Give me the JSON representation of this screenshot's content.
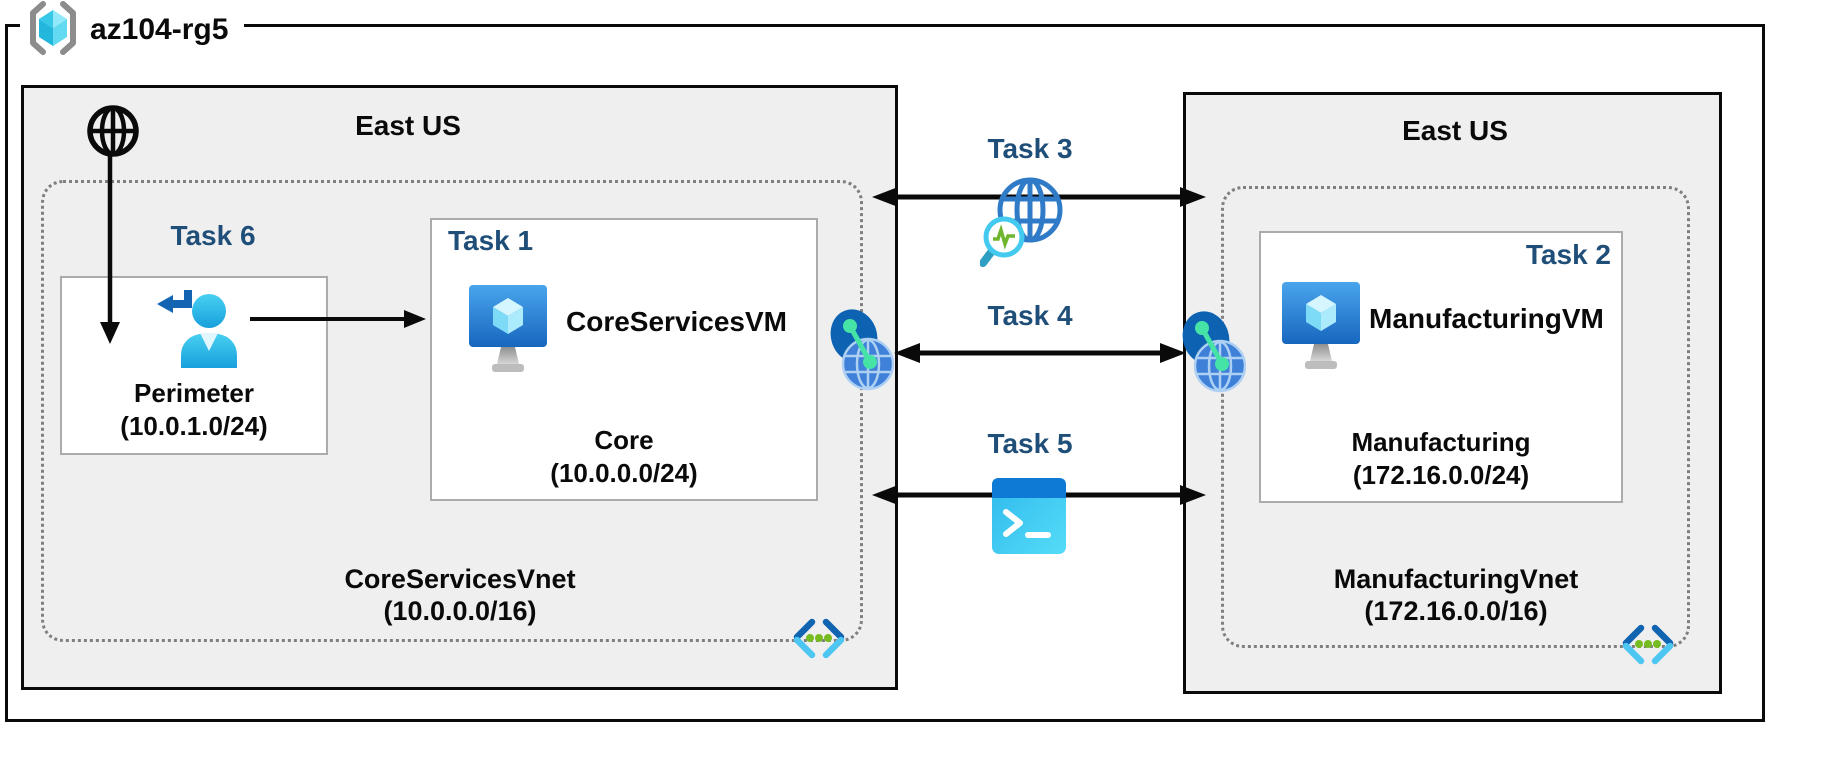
{
  "resource_group": {
    "name": "az104-rg5"
  },
  "left_region": {
    "name": "East US",
    "vnet_name": "CoreServicesVnet",
    "vnet_cidr": "(10.0.0.0/16)",
    "perimeter_subnet": {
      "task": "Task 6",
      "name": "Perimeter",
      "cidr": "(10.0.1.0/24)"
    },
    "core_subnet": {
      "task": "Task 1",
      "vm_name": "CoreServicesVM",
      "name": "Core",
      "cidr": "(10.0.0.0/24)"
    }
  },
  "right_region": {
    "name": "East US",
    "vnet_name": "ManufacturingVnet",
    "vnet_cidr": "(172.16.0.0/16)",
    "manufacturing_subnet": {
      "task": "Task 2",
      "vm_name": "ManufacturingVM",
      "name": "Manufacturing",
      "cidr": "(172.16.0.0/24)"
    }
  },
  "connections": {
    "task3_label": "Task 3",
    "task4_label": "Task 4",
    "task5_label": "Task 5"
  },
  "icons": {
    "resource_group": "resource-group-icon",
    "internet": "internet-globe-icon",
    "perimeter_user": "user-signin-icon",
    "virtual_machine": "vm-icon",
    "network_watcher": "network-watcher-icon",
    "vnet_peering": "vnet-peering-icon",
    "cloud_shell": "cloud-shell-icon",
    "vnet_code": "code-brackets-icon"
  },
  "colors": {
    "task_label": "#1F4E79",
    "region_fill": "#EFEFEF",
    "outline": "#0A0A0A",
    "subnet_border": "#ABABAB",
    "vnet_dotted_border": "#7F7F7F",
    "rg_bracket_gray": "#8C8C8C",
    "cube_cyan": "#50E6FF",
    "azure_blue": "#1967C0",
    "peering_green": "#46E3A6",
    "shell_header_blue": "#0E7AD6"
  }
}
